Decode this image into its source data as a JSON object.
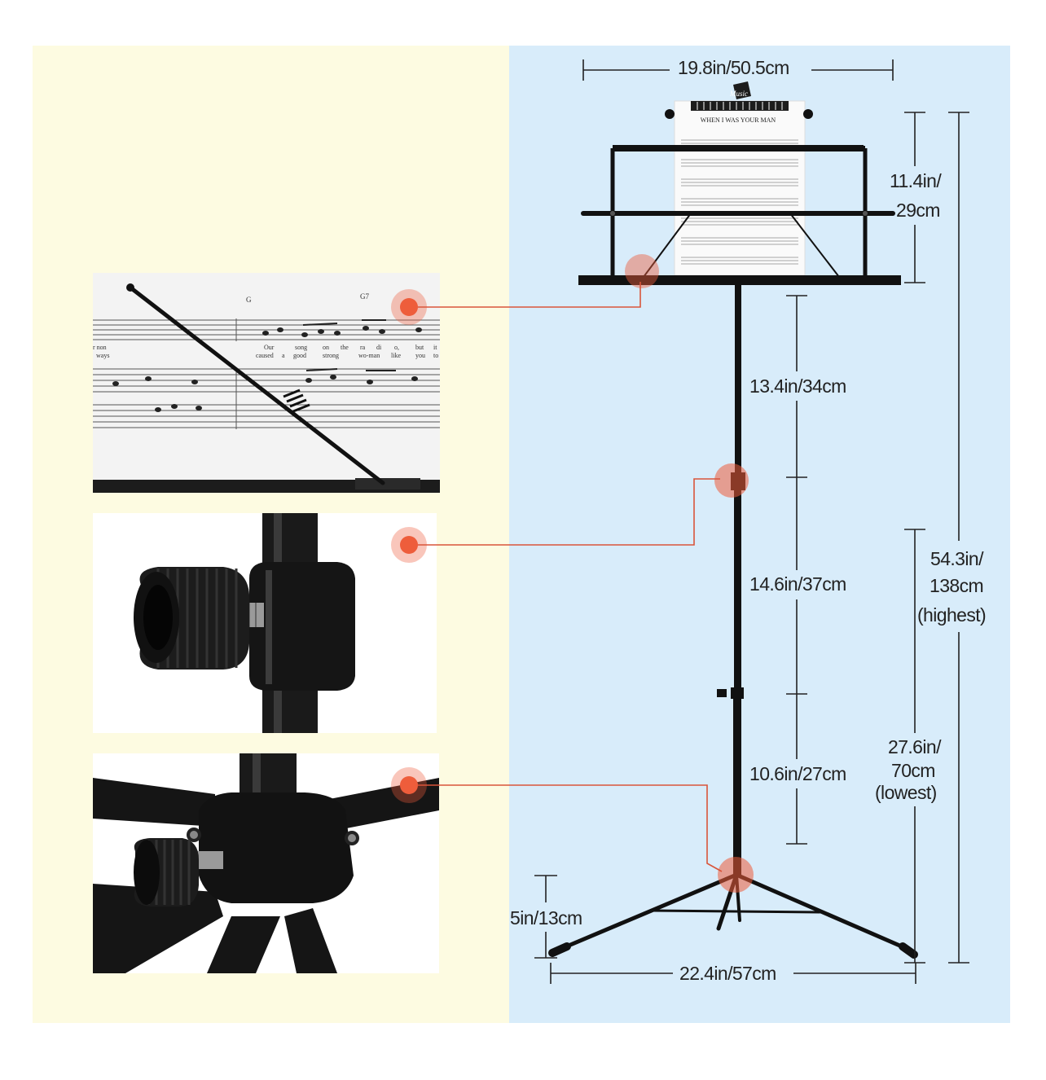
{
  "sheet": {
    "logo": "Music",
    "song_title": "WHEN I WAS YOUR MAN"
  },
  "dimensions": {
    "desk_width": "19.8in/50.5cm",
    "desk_height_line1": "11.4in/",
    "desk_height_line2": "29cm",
    "upper_tube": "13.4in/34cm",
    "middle_tube": "14.6in/37cm",
    "lower_tube": "10.6in/27cm",
    "total_highest_line1": "54.3in/",
    "total_highest_line2": "138cm",
    "total_highest_line3": "(highest)",
    "total_lowest_line1": "27.6in/",
    "total_lowest_line2": "70cm",
    "total_lowest_line3": "(lowest)",
    "leg_height": "5in/13cm",
    "base_width": "22.4in/57cm"
  },
  "detail_photos": {
    "top": {
      "chords": [
        "G",
        "G7"
      ],
      "lyrics_row1": [
        "r  non",
        "Our",
        "song",
        "on",
        "the",
        "ra",
        "di",
        "o,",
        "but",
        "it"
      ],
      "lyrics_row2": [
        "ways",
        "caused",
        "a",
        "good",
        "strong",
        "wo-man",
        "like",
        "you",
        "to"
      ]
    }
  },
  "colors": {
    "left_bg": "#fdfbe1",
    "right_bg": "#d8ecfa",
    "marker": "#ee5d3b",
    "stand": "#111111"
  }
}
